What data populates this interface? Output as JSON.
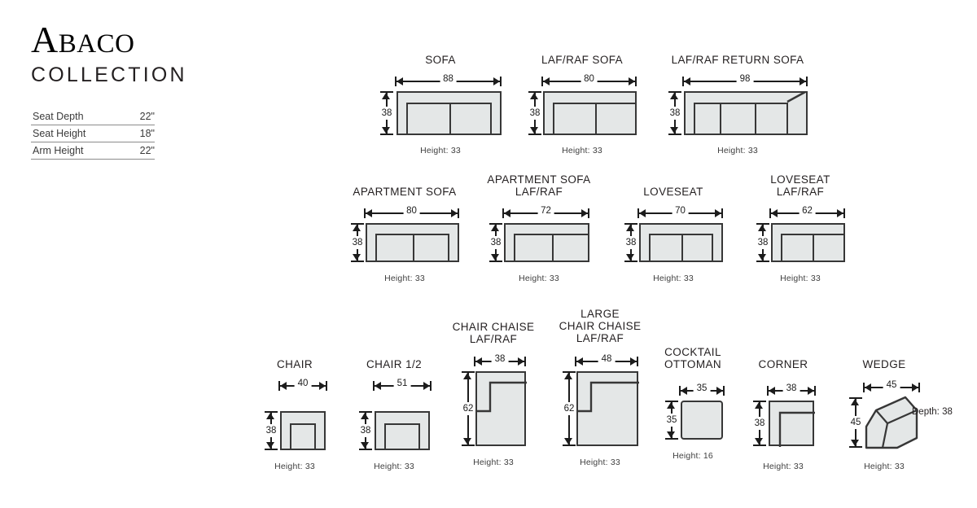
{
  "brand": {
    "title_main": "A",
    "title_rest": "BACO",
    "subtitle": "COLLECTION"
  },
  "specs": [
    {
      "label": "Seat Depth",
      "value": "22\""
    },
    {
      "label": "Seat Height",
      "value": "18\""
    },
    {
      "label": "Arm Height",
      "value": "22\""
    }
  ],
  "colors": {
    "fill": "#e4e7e7",
    "stroke": "#373737",
    "dimension": "#1c1c1c",
    "text": "#231f20"
  },
  "pieces": [
    {
      "id": "sofa",
      "title": "SOFA",
      "width": "88",
      "depth": "38",
      "caption": "Height: 33"
    },
    {
      "id": "laf-raf-sofa",
      "title": "LAF/RAF SOFA",
      "width": "80",
      "depth": "38",
      "caption": "Height: 33"
    },
    {
      "id": "return-sofa",
      "title": "LAF/RAF RETURN SOFA",
      "width": "98",
      "depth": "38",
      "caption": "Height: 33"
    },
    {
      "id": "apartment-sofa",
      "title": "APARTMENT SOFA",
      "width": "80",
      "depth": "38",
      "caption": "Height: 33"
    },
    {
      "id": "apartment-lafraf",
      "title": "APARTMENT SOFA|LAF/RAF",
      "width": "72",
      "depth": "38",
      "caption": "Height: 33"
    },
    {
      "id": "loveseat",
      "title": "LOVESEAT",
      "width": "70",
      "depth": "38",
      "caption": "Height: 33"
    },
    {
      "id": "loveseat-lafraf",
      "title": "LOVESEAT|LAF/RAF",
      "width": "62",
      "depth": "38",
      "caption": "Height: 33"
    },
    {
      "id": "chair",
      "title": "CHAIR",
      "width": "40",
      "depth": "38",
      "caption": "Height: 33"
    },
    {
      "id": "chair-half",
      "title": "CHAIR 1/2",
      "width": "51",
      "depth": "38",
      "caption": "Height: 33"
    },
    {
      "id": "chair-chaise",
      "title": "CHAIR CHAISE|LAF/RAF",
      "width": "38",
      "depth": "62",
      "caption": "Height: 33"
    },
    {
      "id": "large-chaise",
      "title": "LARGE|CHAIR CHAISE|LAF/RAF",
      "width": "48",
      "depth": "62",
      "caption": "Height: 33"
    },
    {
      "id": "cocktail-ottoman",
      "title": "COCKTAIL|OTTOMAN",
      "width": "35",
      "depth": "35",
      "caption": "Height: 16"
    },
    {
      "id": "corner",
      "title": "CORNER",
      "width": "38",
      "depth": "38",
      "caption": "Height: 33"
    },
    {
      "id": "wedge",
      "title": "WEDGE",
      "width": "45",
      "depth": "45",
      "caption": "Height: 33",
      "note": "Depth: 38"
    }
  ]
}
